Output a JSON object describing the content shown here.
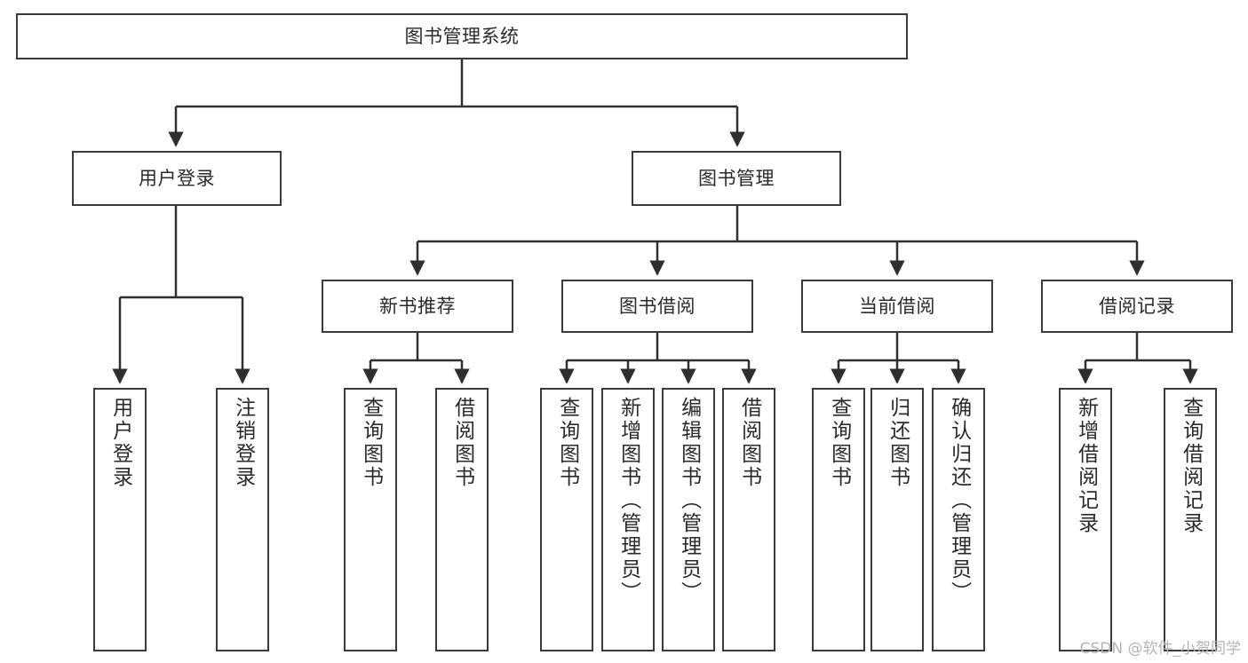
{
  "diagram": {
    "title": "图书管理系统",
    "type": "tree-hierarchy",
    "background_color": "#ffffff",
    "border_color": "#3a3a3a",
    "text_color": "#2a2a2a",
    "root": {
      "label": "图书管理系统"
    },
    "level2": [
      {
        "label": "用户登录"
      },
      {
        "label": "图书管理"
      }
    ],
    "level3": [
      {
        "label": "新书推荐"
      },
      {
        "label": "图书借阅"
      },
      {
        "label": "当前借阅"
      },
      {
        "label": "借阅记录"
      }
    ],
    "leaves": {
      "user_login": [
        {
          "label": "用户登录"
        },
        {
          "label": "注销登录"
        }
      ],
      "new_book_recommend": [
        {
          "label": "查询图书"
        },
        {
          "label": "借阅图书"
        }
      ],
      "book_borrow": [
        {
          "label": "查询图书"
        },
        {
          "label": "新增图书（管理员）"
        },
        {
          "label": "编辑图书（管理员）"
        },
        {
          "label": "借阅图书"
        }
      ],
      "current_borrow": [
        {
          "label": "查询图书"
        },
        {
          "label": "归还图书"
        },
        {
          "label": "确认归还（管理员）"
        }
      ],
      "borrow_record": [
        {
          "label": "新增借阅记录"
        },
        {
          "label": "查询借阅记录"
        }
      ]
    }
  },
  "watermark": {
    "text": "CSDN @软件_小贺同学"
  }
}
